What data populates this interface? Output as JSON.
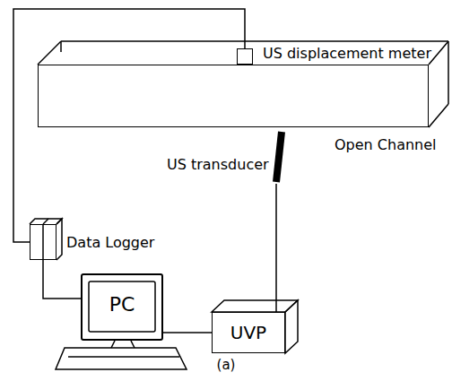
{
  "diagram": {
    "caption": "(a)",
    "nodes": [
      {
        "text": [
          "US displacement meter"
        ]
      },
      {
        "text": [
          "Open Channel"
        ]
      },
      {
        "text": [
          "US transducer"
        ]
      },
      {
        "text": [
          "Data Logger"
        ]
      },
      {
        "text": [
          "PC"
        ]
      },
      {
        "text": [
          "UVP"
        ]
      }
    ],
    "edges": [
      {
        "from": 0,
        "to": 3,
        "arrow": "none"
      },
      {
        "from": 3,
        "to": 4,
        "arrow": "none"
      },
      {
        "from": 4,
        "to": 5,
        "arrow": "none"
      },
      {
        "from": 5,
        "to": 2,
        "arrow": "none"
      }
    ]
  }
}
